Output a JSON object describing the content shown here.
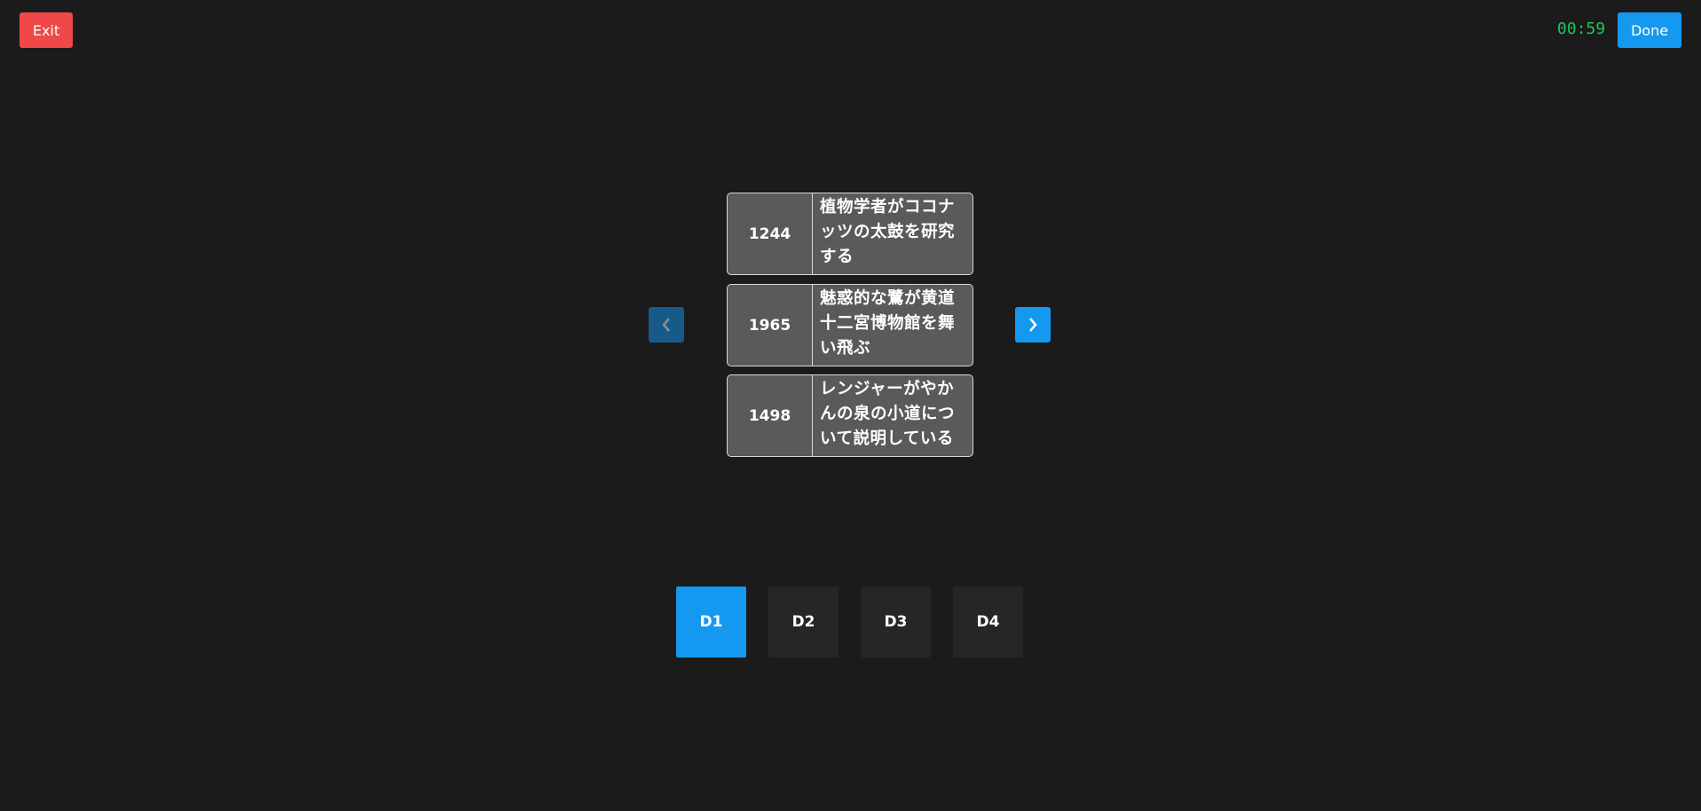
{
  "header": {
    "exit_label": "Exit",
    "done_label": "Done",
    "timer": "00:59"
  },
  "cards": [
    {
      "year": "1244",
      "text": "植物学者がココナッツの太鼓を研究する"
    },
    {
      "year": "1965",
      "text": "魅惑的な鷺が黄道十二宮博物館を舞い飛ぶ"
    },
    {
      "year": "1498",
      "text": "レンジャーがやかんの泉の小道について説明している"
    }
  ],
  "nav": {
    "prev_icon": "chevron-left-icon",
    "next_icon": "chevron-right-icon",
    "prev_disabled": true
  },
  "decks": [
    {
      "label": "D1",
      "active": true
    },
    {
      "label": "D2",
      "active": false
    },
    {
      "label": "D3",
      "active": false
    },
    {
      "label": "D4",
      "active": false
    }
  ],
  "colors": {
    "exit": "#f04848",
    "accent": "#1599f0",
    "timer": "#22c55e",
    "background": "#1b1b1b",
    "card": "#5a5a5c"
  }
}
